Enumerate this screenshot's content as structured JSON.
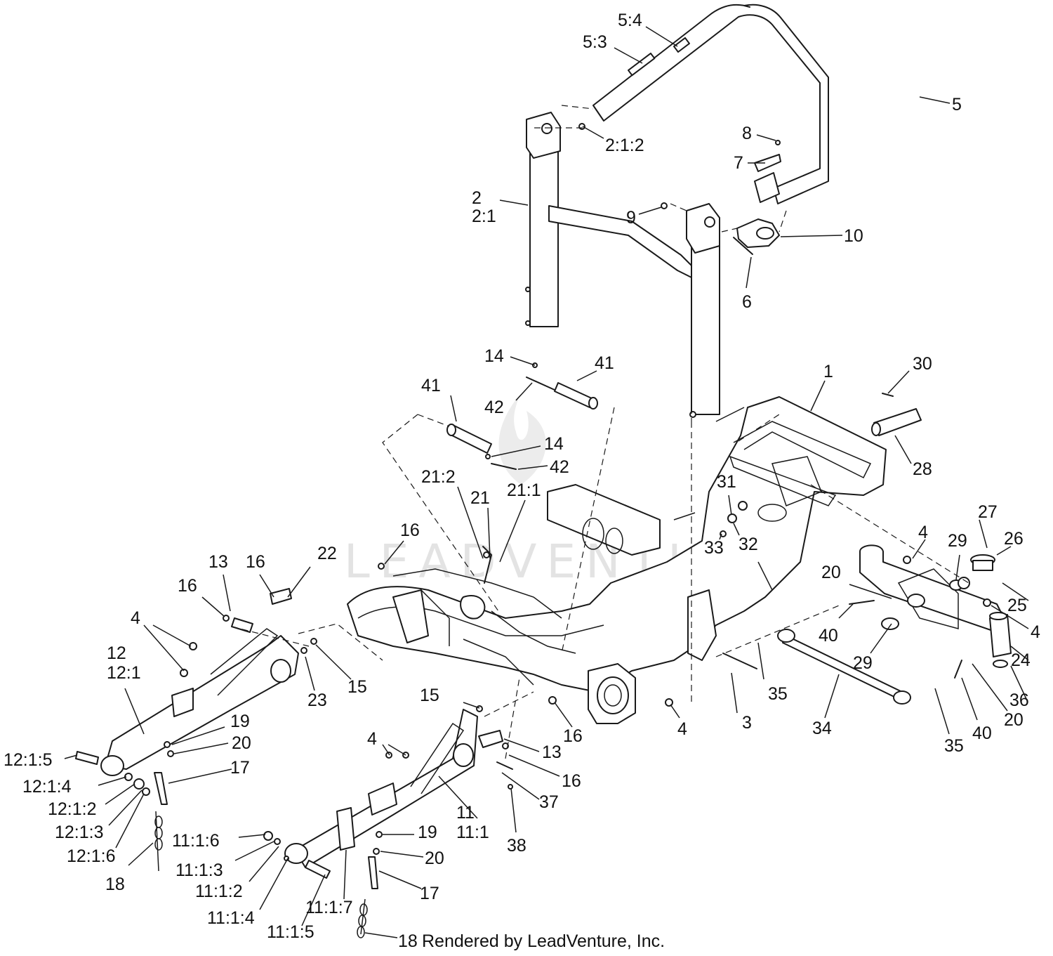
{
  "watermark": "LEADVENTURE",
  "footer": "Rendered by LeadVenture, Inc.",
  "callouts": {
    "c5_4": "5:4",
    "c5_3": "5:3",
    "c5": "5",
    "c2_1_2": "2:1:2",
    "c8": "8",
    "c7": "7",
    "c2": "2",
    "c2_1": "2:1",
    "c9": "9",
    "c10": "10",
    "c6": "6",
    "c14a": "14",
    "c41a": "41",
    "c42a": "42",
    "c41b": "41",
    "c14b": "14",
    "c42b": "42",
    "c1": "1",
    "c30": "30",
    "c28": "28",
    "c21_2": "21:2",
    "c21": "21",
    "c21_1": "21:1",
    "c31": "31",
    "c32": "32",
    "c33": "33",
    "c27": "27",
    "c26": "26",
    "c4a": "4",
    "c29a": "29",
    "c20a": "20",
    "c25": "25",
    "c4b": "4",
    "c40a": "40",
    "c29b": "29",
    "c24": "24",
    "c36": "36",
    "c16a": "16",
    "c22": "22",
    "c13a": "13",
    "c16b": "16",
    "c16c": "16",
    "c4c": "4",
    "c12": "12",
    "c12_1": "12:1",
    "c23": "23",
    "c15a": "15",
    "c35a": "35",
    "c3": "3",
    "c4d": "4",
    "c34": "34",
    "c35b": "35",
    "c40b": "40",
    "c20b": "20",
    "c15b": "15",
    "c16d": "16",
    "c13b": "13",
    "c16e": "16",
    "c37": "37",
    "c38": "38",
    "c12_1_5": "12:1:5",
    "c19a": "19",
    "c20c": "20",
    "c17a": "17",
    "c12_1_4": "12:1:4",
    "c12_1_2": "12:1:2",
    "c12_1_3": "12:1:3",
    "c12_1_6": "12:1:6",
    "c18a": "18",
    "c4e": "4",
    "c11": "11",
    "c11_1": "11:1",
    "c11_1_6": "11:1:6",
    "c19b": "19",
    "c20d": "20",
    "c11_1_3": "11:1:3",
    "c11_1_2": "11:1:2",
    "c17b": "17",
    "c11_1_4": "11:1:4",
    "c11_1_7": "11:1:7",
    "c11_1_5": "11:1:5",
    "c18b": "18"
  }
}
